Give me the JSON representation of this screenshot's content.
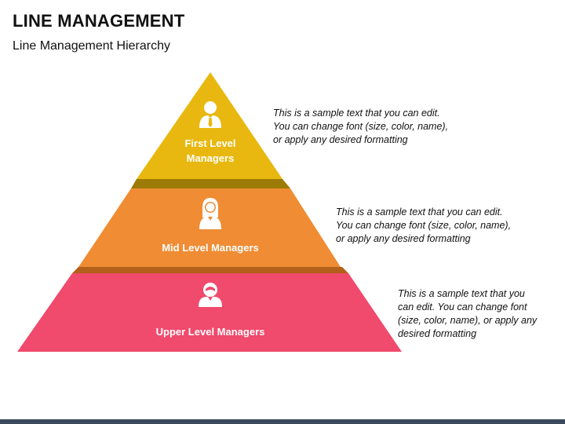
{
  "slide": {
    "title": "LINE MANAGEMENT",
    "subtitle": "Line Management Hierarchy"
  },
  "tiers": [
    {
      "label_lines": [
        "First Level",
        "Managers"
      ],
      "icon": "businessman-icon",
      "color": "#E8B810",
      "shadow_color": "#9C7A06",
      "description_lines": [
        "This is a sample text that you can edit.",
        "You can change font (size, color, name),",
        "or apply any desired formatting"
      ]
    },
    {
      "label_lines": [
        "Mid Level Managers"
      ],
      "icon": "businesswoman-icon",
      "color": "#EF8C34",
      "shadow_color": "#B3601A",
      "description_lines": [
        "This is a sample text that you can edit.",
        "You can change font (size, color, name),",
        "or apply any desired formatting"
      ]
    },
    {
      "label_lines": [
        "Upper Level Managers"
      ],
      "icon": "person-icon",
      "color": "#F04A6C",
      "shadow_color": "#B02C46",
      "description_lines": [
        "This is a sample text that you",
        "can edit. You can change font",
        "(size, color, name), or apply any",
        "desired formatting"
      ]
    }
  ]
}
